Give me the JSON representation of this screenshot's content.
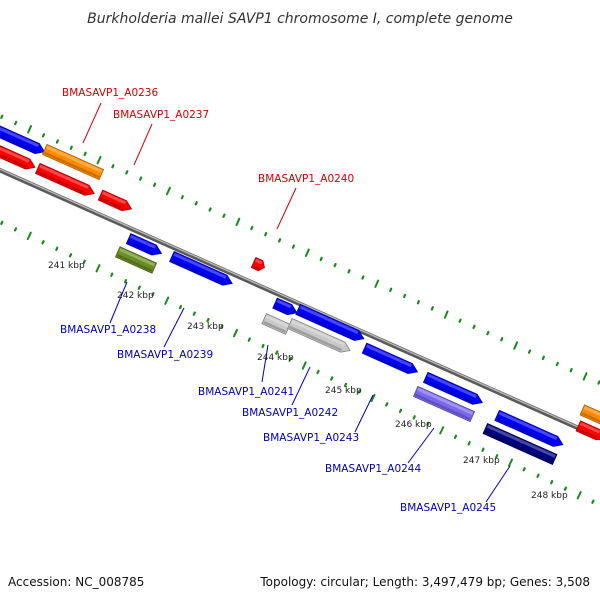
{
  "title": "Burkholderia mallei SAVP1 chromosome I, complete genome",
  "accession": "Accession: NC_008785",
  "topology": "Topology: circular; Length: 3,497,479 bp; Genes: 3,508",
  "colors": {
    "backbone": "#8a8a8a",
    "tick": "#1a8a1a",
    "label_top": "#d40000",
    "label_bottom": "#0000b4"
  },
  "kbp_labels": [
    "241 kbp",
    "242 kbp",
    "243 kbp",
    "244 kbp",
    "245 kbp",
    "246 kbp",
    "247 kbp",
    "248 kbp"
  ],
  "genes_top": [
    {
      "label": "BMASAVP1_A0236",
      "color": "#ff8c00"
    },
    {
      "label": "BMASAVP1_A0237",
      "color": "#ff0000"
    },
    {
      "label": "BMASAVP1_A0240",
      "color": "#ff0000"
    }
  ],
  "genes_bottom": [
    {
      "label": "BMASAVP1_A0238",
      "color": "#6b8e23"
    },
    {
      "label": "BMASAVP1_A0239",
      "color": "#0000ff"
    },
    {
      "label": "BMASAVP1_A0241",
      "color": "#c8c8c8"
    },
    {
      "label": "BMASAVP1_A0242",
      "color": "#c8c8c8"
    },
    {
      "label": "BMASAVP1_A0243",
      "color": "#0000ff"
    },
    {
      "label": "BMASAVP1_A0244",
      "color": "#7b68ee"
    },
    {
      "label": "BMASAVP1_A0245",
      "color": "#000080"
    }
  ]
}
